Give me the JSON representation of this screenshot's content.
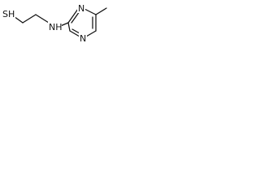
{
  "molecule": {
    "atoms": {
      "sulfur": "SH",
      "amine": "NH",
      "ring_n_top": "N",
      "ring_n_bottom": "N"
    },
    "colors": {
      "bond": "#111111",
      "label": "#111111",
      "background": "#ffffff"
    }
  }
}
